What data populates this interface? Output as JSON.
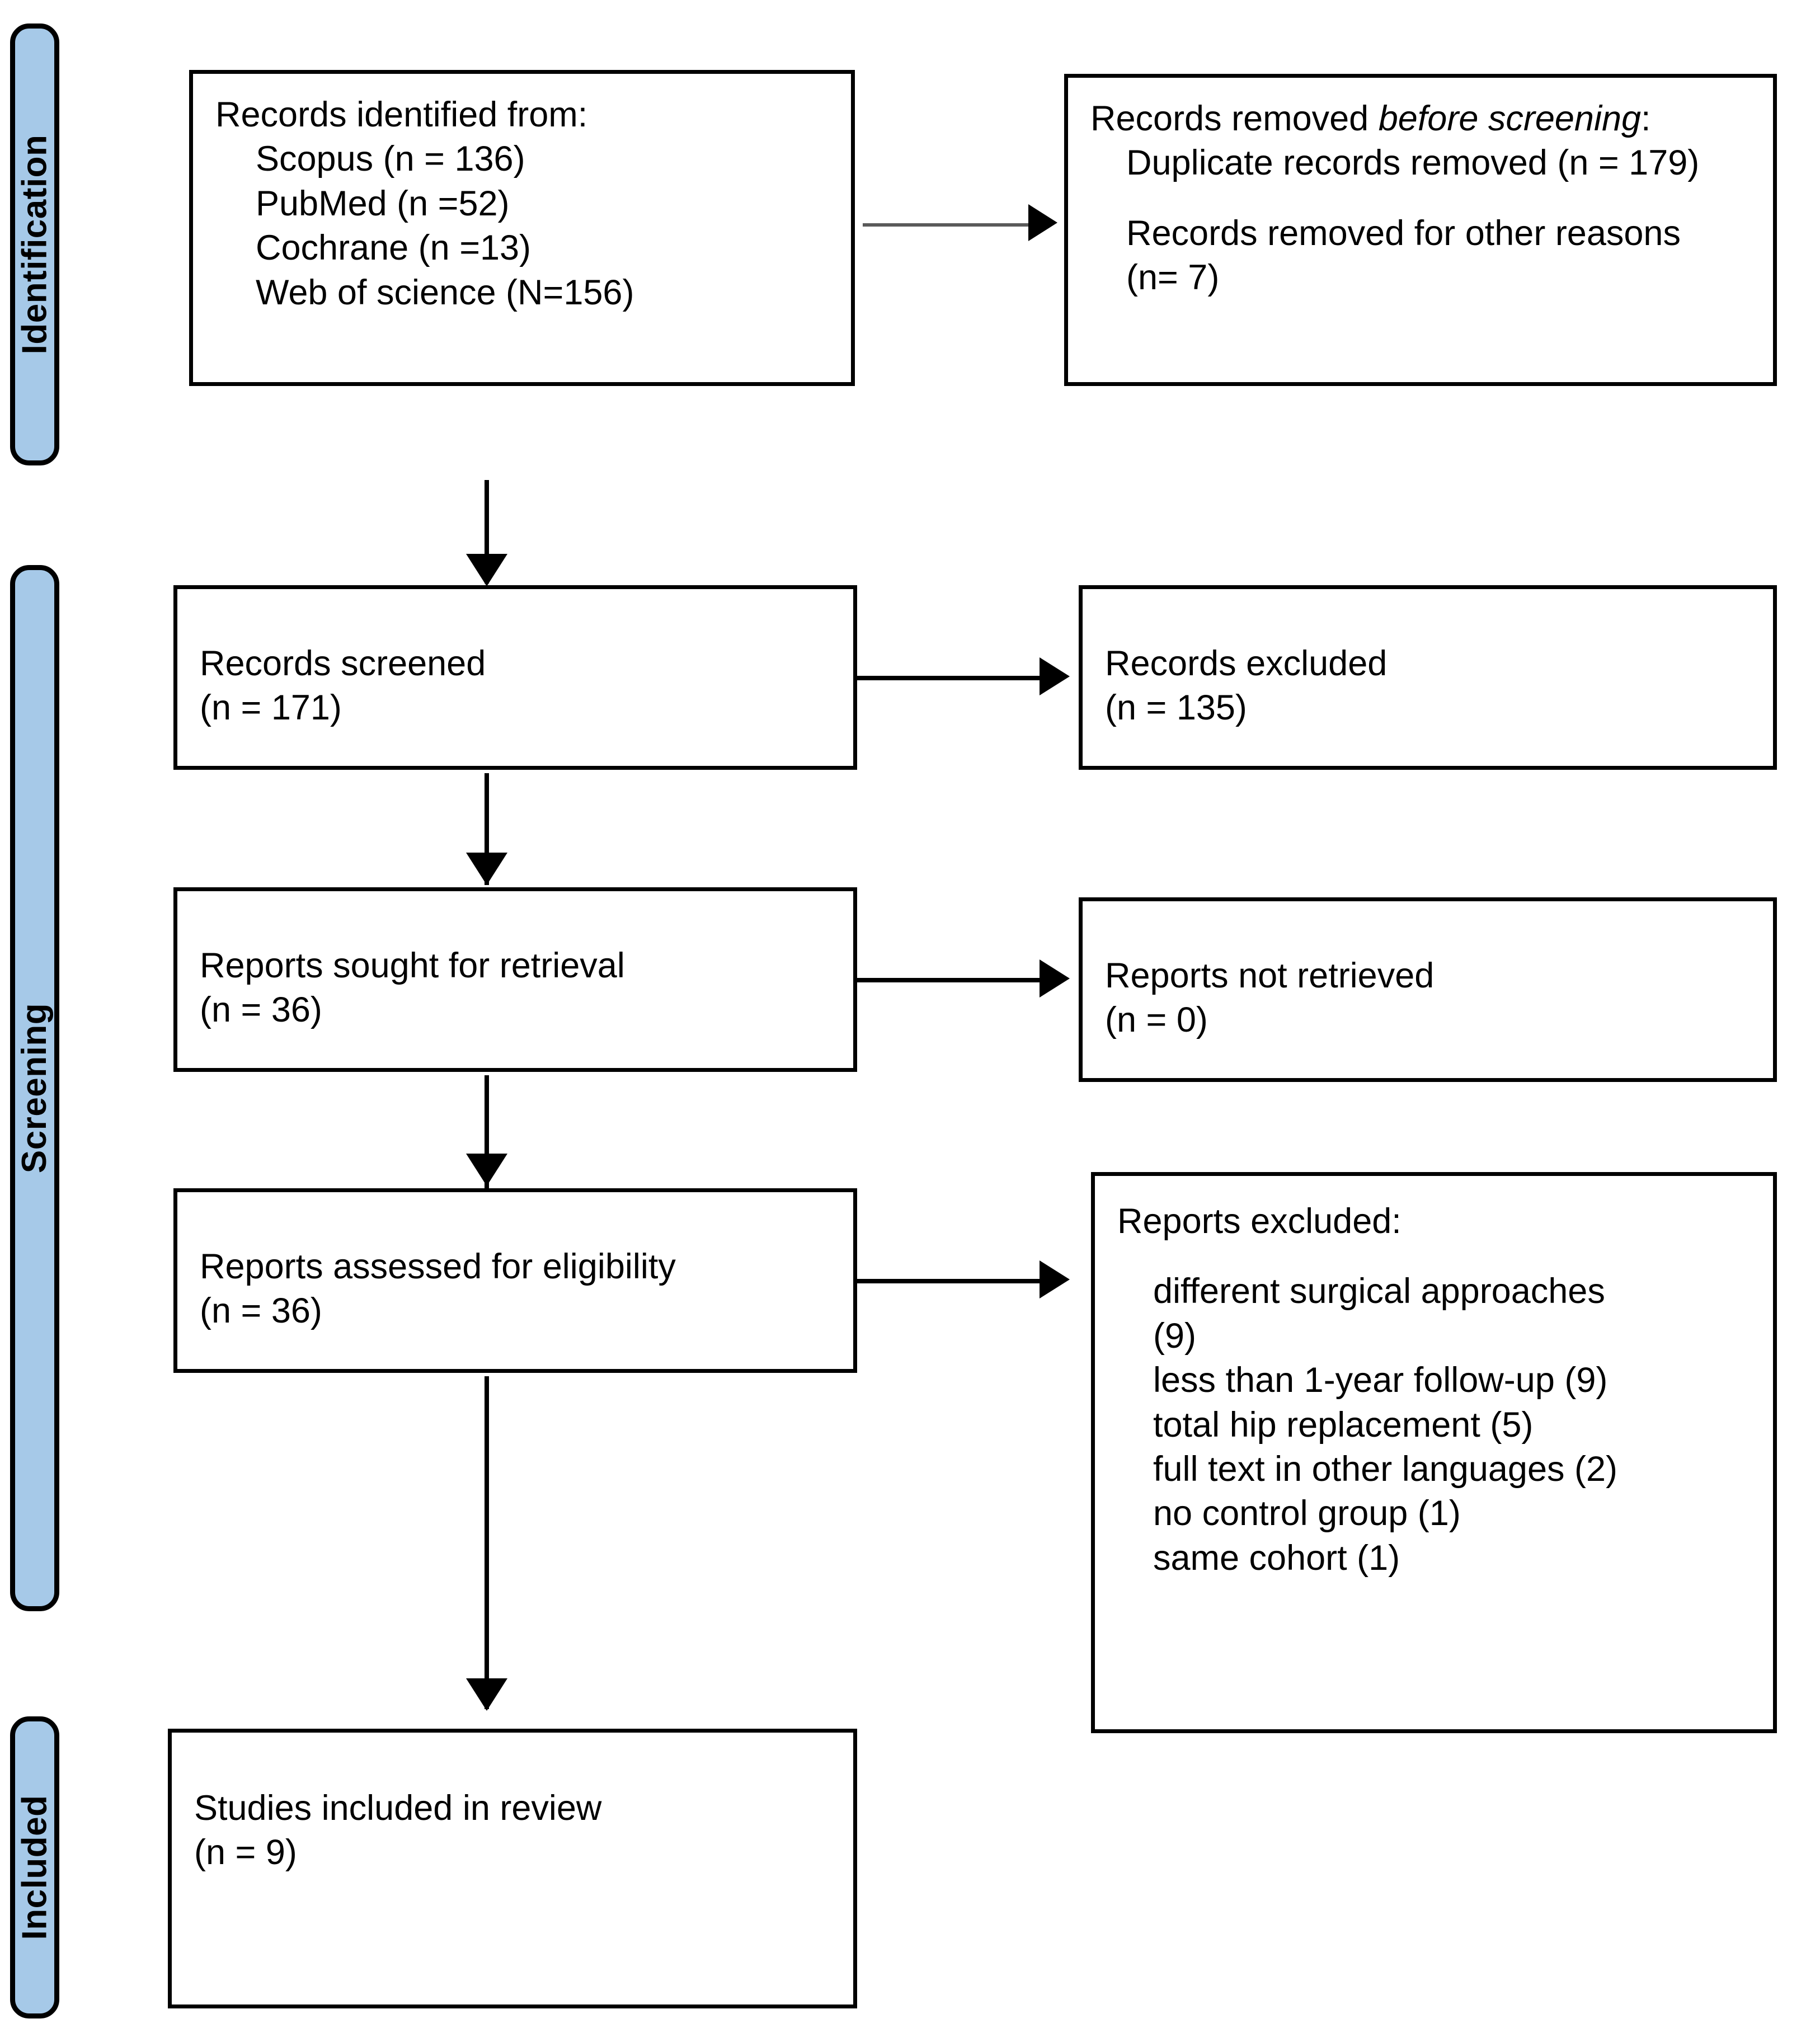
{
  "diagram": {
    "title": "PRISMA 2020 flow diagram",
    "accent_color": "#A6C9E8",
    "line_color": "#000000",
    "background_color": "#FFFFFF"
  },
  "phases": [
    {
      "id": "identification",
      "label": "Identification"
    },
    {
      "id": "screening",
      "label": "Screening"
    },
    {
      "id": "included",
      "label": "Included"
    }
  ],
  "boxes": {
    "records_identified": {
      "heading": "Records identified from:",
      "items": [
        "Scopus (n = 136)",
        "PubMed (n =52)",
        "Cochrane (n =13)",
        "Web of science (N=156)"
      ]
    },
    "records_removed": {
      "heading_plain": "Records removed ",
      "heading_italic": "before screening",
      "heading_tail": ":",
      "item1": "Duplicate records removed (n = 179)",
      "item2_line1": "Records removed for other reasons",
      "item2_line2": "(n= 7)"
    },
    "records_screened": {
      "line1": "Records screened",
      "line2": "(n = 171)"
    },
    "records_excluded": {
      "line1": "Records excluded",
      "line2": "(n = 135)"
    },
    "reports_sought": {
      "line1": "Reports sought for retrieval",
      "line2": "(n = 36)"
    },
    "reports_not_retrieved": {
      "line1": "Reports not retrieved",
      "line2": "(n = 0)"
    },
    "reports_assessed": {
      "line1": "Reports assessed for eligibility",
      "line2": "(n = 36)"
    },
    "reports_excluded": {
      "heading": "Reports excluded:",
      "reasons": [
        "different surgical approaches",
        "(9)",
        "less than 1-year follow-up (9)",
        "total hip replacement (5)",
        "full text in other languages (2)",
        "no control group (1)",
        "same cohort (1)"
      ]
    },
    "studies_included": {
      "line1": "Studies included in review",
      "line2": "(n = 9)"
    }
  }
}
